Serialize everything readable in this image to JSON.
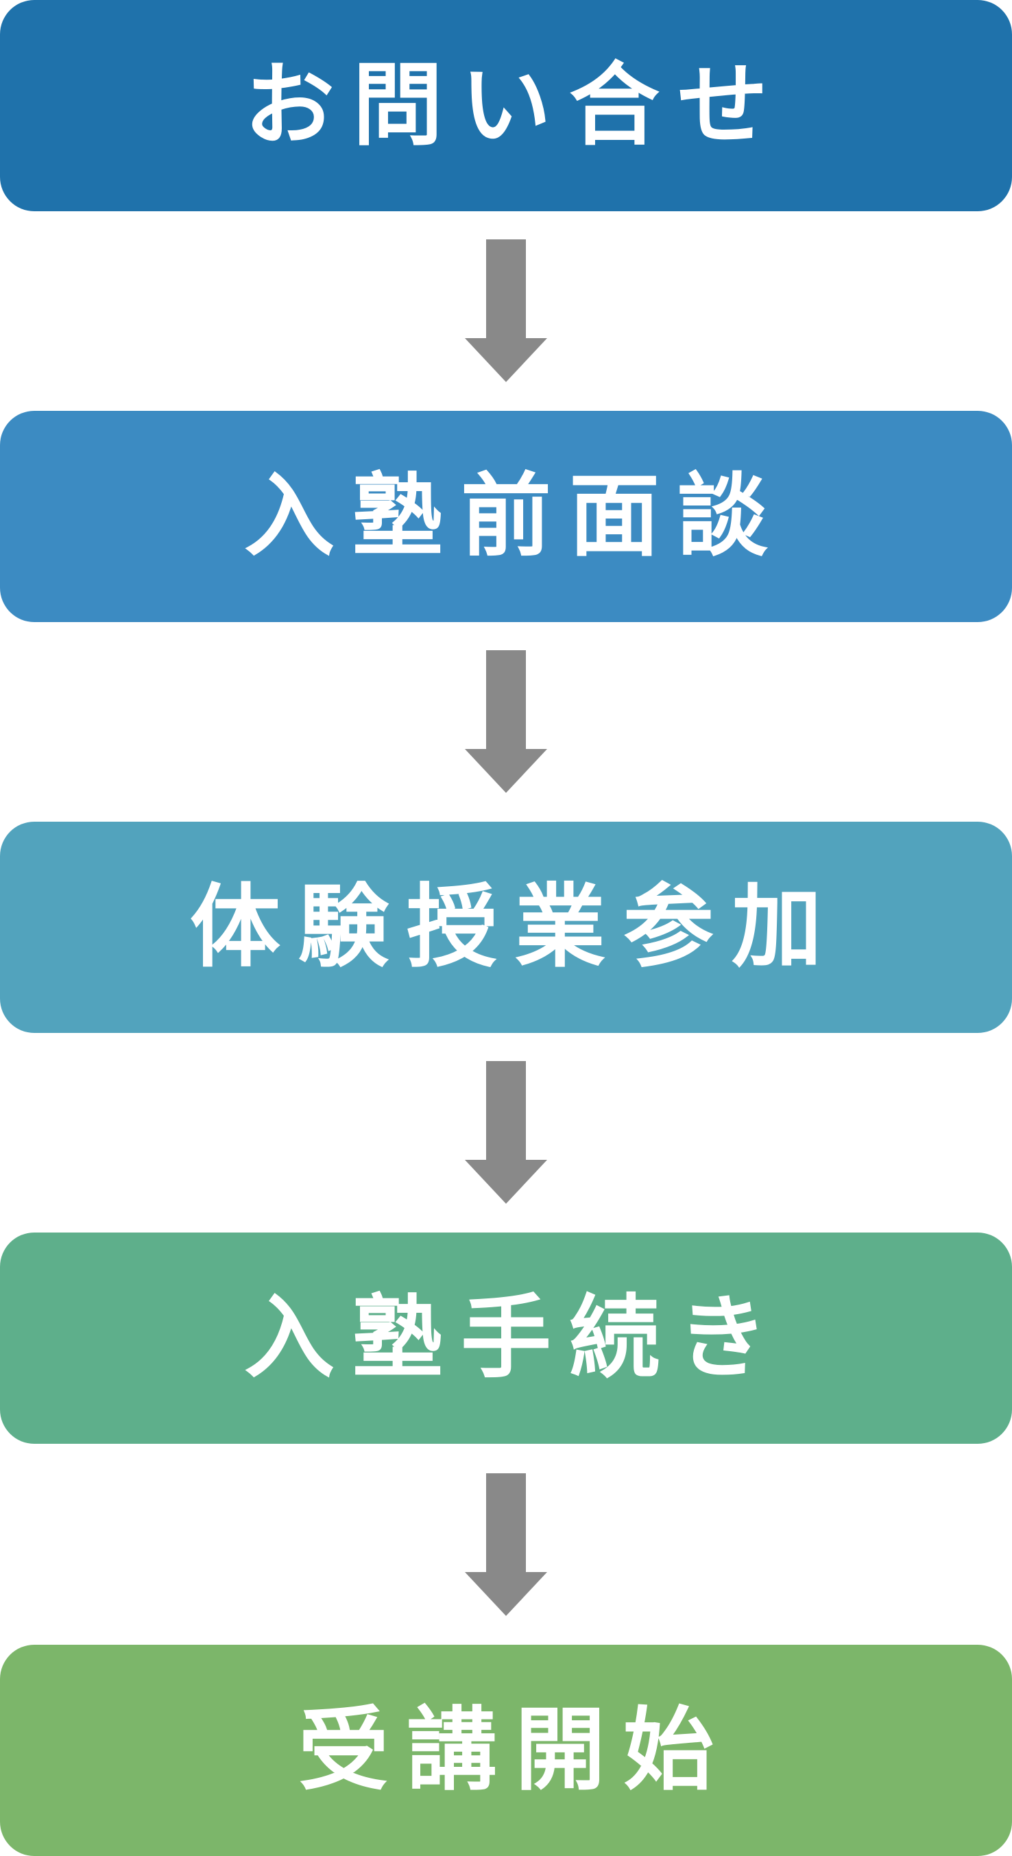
{
  "colors": {
    "arrow": "#898989",
    "text": "#ffffff"
  },
  "steps": [
    {
      "label": "お問い合せ",
      "color": "#1f72ab"
    },
    {
      "label": "入塾前面談",
      "color": "#3c8bc2"
    },
    {
      "label": "体験授業参加",
      "color": "#52a3bd"
    },
    {
      "label": "入塾手続き",
      "color": "#5eaf8b"
    },
    {
      "label": "受講開始",
      "color": "#7cb66a"
    }
  ]
}
